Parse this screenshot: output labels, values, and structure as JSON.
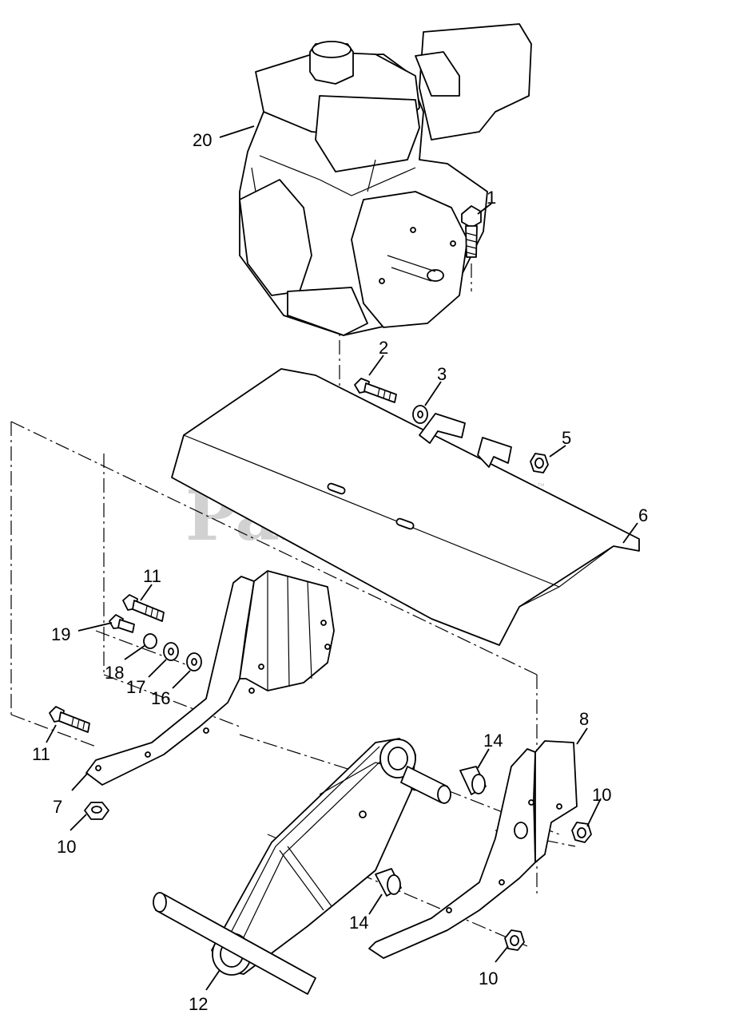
{
  "watermark": {
    "text": "PartsTree",
    "trademark": "™"
  },
  "callouts": {
    "engine": "20",
    "engine_bolt": "1",
    "shield_bolt": "2",
    "shield_washer": "3",
    "shield_nut": "5",
    "shield": "6",
    "bolt_upper": "11",
    "screw": "19",
    "lock_washer": "18",
    "washer_17": "17",
    "washer_16": "16",
    "bolt_lower": "11",
    "left_bracket": "7",
    "nut_left": "10",
    "chain_case": "12",
    "spacer_upper": "14",
    "spacer_lower": "14",
    "right_bracket": "8",
    "nut_right": "10",
    "nut_bottom": "10"
  }
}
